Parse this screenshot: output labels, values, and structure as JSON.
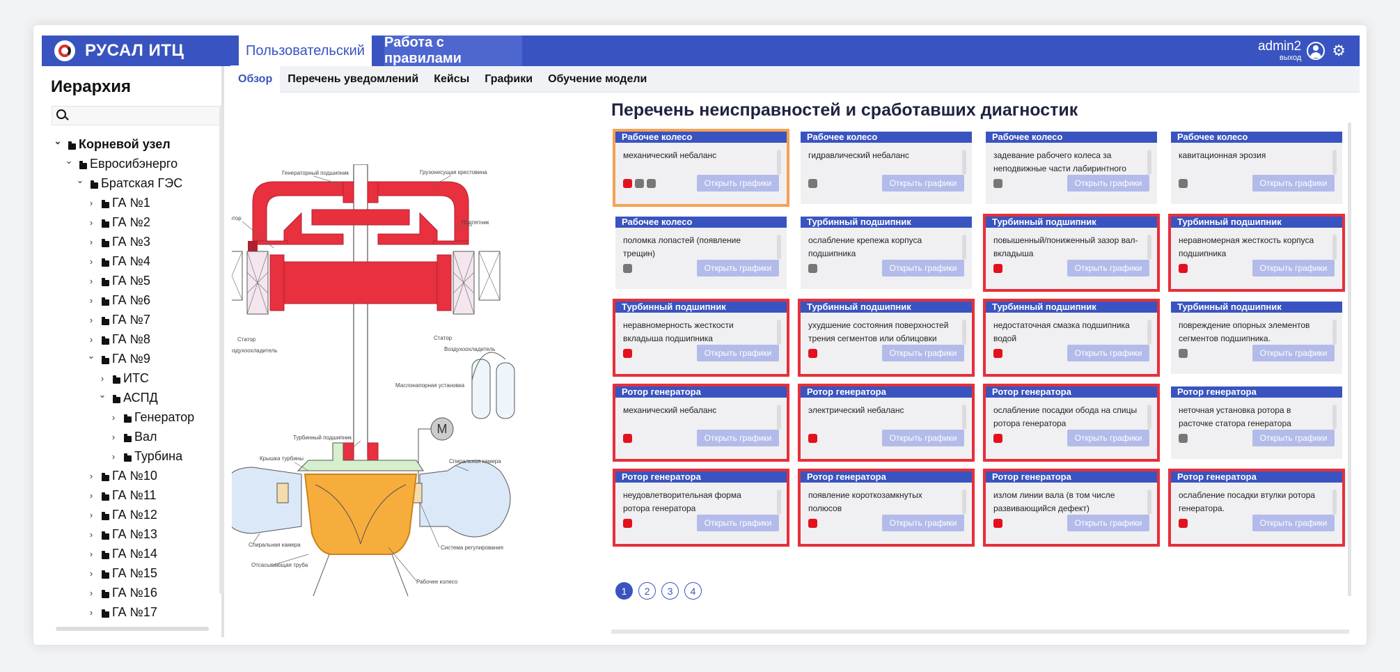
{
  "app": {
    "logo_text": "РУСАЛ ИТЦ"
  },
  "top_tabs": [
    {
      "label": "Пользовательский"
    },
    {
      "label": "Работа с правилами"
    }
  ],
  "user": {
    "name": "admin2",
    "logout": "выход"
  },
  "sidebar": {
    "title": "Иерархия",
    "search": {
      "value": "",
      "placeholder": ""
    },
    "tree": [
      {
        "label": "Корневой узел",
        "expanded": true
      },
      {
        "label": "Евросибэнерго",
        "expanded": true
      },
      {
        "label": "Братская ГЭС",
        "expanded": true
      },
      {
        "label": "ГА №1",
        "expanded": false
      },
      {
        "label": "ГА №2",
        "expanded": false
      },
      {
        "label": "ГА №3",
        "expanded": false
      },
      {
        "label": "ГА №4",
        "expanded": false
      },
      {
        "label": "ГА №5",
        "expanded": false
      },
      {
        "label": "ГА №6",
        "expanded": false
      },
      {
        "label": "ГА №7",
        "expanded": false
      },
      {
        "label": "ГА №8",
        "expanded": false
      },
      {
        "label": "ГА №9",
        "expanded": true
      },
      {
        "label": "ИТС",
        "expanded": false
      },
      {
        "label": "АСПД",
        "expanded": true
      },
      {
        "label": "Генератор",
        "expanded": false
      },
      {
        "label": "Вал",
        "expanded": false
      },
      {
        "label": "Турбина",
        "expanded": false
      },
      {
        "label": "ГА №10",
        "expanded": false
      },
      {
        "label": "ГА №11",
        "expanded": false
      },
      {
        "label": "ГА №12",
        "expanded": false
      },
      {
        "label": "ГА №13",
        "expanded": false
      },
      {
        "label": "ГА №14",
        "expanded": false
      },
      {
        "label": "ГА №15",
        "expanded": false
      },
      {
        "label": "ГА №16",
        "expanded": false
      },
      {
        "label": "ГА №17",
        "expanded": false
      }
    ]
  },
  "sub_tabs": [
    {
      "label": "Обзор"
    },
    {
      "label": "Перечень уведомлений"
    },
    {
      "label": "Кейсы"
    },
    {
      "label": "Графики"
    },
    {
      "label": "Обучение модели"
    }
  ],
  "diagram_labels": {
    "gen_bearing": "Генераторный подшипник",
    "crosspiece": "Грузонесущая крестовина",
    "thrust": "Подпятник",
    "rotor": "Ротор",
    "stator_l": "Статор",
    "stator_r": "Статор",
    "cooler_l": "Воздухоохладитель",
    "cooler_r": "Воздухоохладитель",
    "oil_unit": "Маслонапорная установка",
    "spiral_r": "Спиральная камера",
    "turbine_bearing": "Турбинный подшипник",
    "turbine_cover": "Крышка турбины",
    "spiral_l": "Спиральная камера",
    "draft_tube": "Отсасывающая труба",
    "regulation": "Система регулирования",
    "runner": "Рабочее колесо",
    "motor": "M"
  },
  "main": {
    "title": "Перечень неисправностей и сработавших диагностик",
    "button_label": "Открыть графики",
    "cards": [
      {
        "component": "Рабочее колесо",
        "desc": "механический небаланс",
        "dots": [
          "red",
          "grey",
          "grey"
        ],
        "state": "selected"
      },
      {
        "component": "Рабочее колесо",
        "desc": "гидравлический небаланс",
        "dots": [
          "grey"
        ],
        "state": "normal"
      },
      {
        "component": "Рабочее колесо",
        "desc": "задевание рабочего колеса за неподвижные части лабиринтного",
        "dots": [
          "grey"
        ],
        "state": "normal"
      },
      {
        "component": "Рабочее колесо",
        "desc": "кавитационная эрозия",
        "dots": [
          "grey"
        ],
        "state": "normal"
      },
      {
        "component": "Рабочее колесо",
        "desc": "поломка лопастей (появление трещин)",
        "dots": [
          "grey"
        ],
        "state": "normal"
      },
      {
        "component": "Турбинный подшипник",
        "desc": "ослабление крепежа корпуса подшипника",
        "dots": [
          "grey"
        ],
        "state": "normal"
      },
      {
        "component": "Турбинный подшипник",
        "desc": "повышенный/пониженный зазор вал-вкладыша",
        "dots": [
          "red"
        ],
        "state": "alarm"
      },
      {
        "component": "Турбинный подшипник",
        "desc": "неравномерная жесткость корпуса подшипника",
        "dots": [
          "red"
        ],
        "state": "alarm"
      },
      {
        "component": "Турбинный подшипник",
        "desc": "неравномерность жесткости вкладыша подшипника",
        "dots": [
          "red"
        ],
        "state": "alarm"
      },
      {
        "component": "Турбинный подшипник",
        "desc": "ухудшение состояния поверхностей трения сегментов или облицовки",
        "dots": [
          "red"
        ],
        "state": "alarm"
      },
      {
        "component": "Турбинный подшипник",
        "desc": "недостаточная смазка подшипника водой",
        "dots": [
          "red"
        ],
        "state": "alarm"
      },
      {
        "component": "Турбинный подшипник",
        "desc": "повреждение опорных элементов сегментов подшипника.",
        "dots": [
          "grey"
        ],
        "state": "normal"
      },
      {
        "component": "Ротор генератора",
        "desc": "механический небаланс",
        "dots": [
          "red"
        ],
        "state": "alarm"
      },
      {
        "component": "Ротор генератора",
        "desc": "электрический небаланс",
        "dots": [
          "red"
        ],
        "state": "alarm"
      },
      {
        "component": "Ротор генератора",
        "desc": "ослабление посадки обода на спицы ротора генератора",
        "dots": [
          "red"
        ],
        "state": "alarm"
      },
      {
        "component": "Ротор генератора",
        "desc": "неточная установка ротора в расточке статора генератора",
        "dots": [
          "grey"
        ],
        "state": "normal"
      },
      {
        "component": "Ротор генератора",
        "desc": "неудовлетворительная форма ротора генератора",
        "dots": [
          "red"
        ],
        "state": "alarm"
      },
      {
        "component": "Ротор генератора",
        "desc": "появление короткозамкнутых полюсов",
        "dots": [
          "red"
        ],
        "state": "alarm"
      },
      {
        "component": "Ротор генератора",
        "desc": "излом линии вала (в том числе развивающийся дефект)",
        "dots": [
          "red"
        ],
        "state": "alarm"
      },
      {
        "component": "Ротор генератора",
        "desc": "ослабление посадки втулки ротора генератора.",
        "dots": [
          "red"
        ],
        "state": "alarm"
      }
    ],
    "pages": [
      "1",
      "2",
      "3",
      "4"
    ]
  },
  "colors": {
    "primary": "#3954c0",
    "alarm": "#e5303b",
    "selected": "#f4a255",
    "rotor_red": "#e8303e",
    "runner_orange": "#f7ad3c"
  }
}
